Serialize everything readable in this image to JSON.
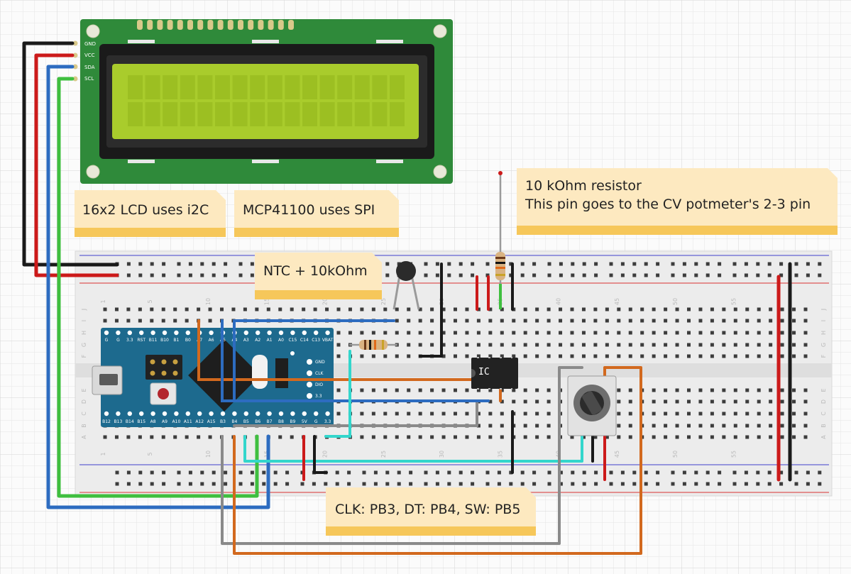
{
  "lcd": {
    "pins": [
      "GND",
      "VCC",
      "SDA",
      "SCL"
    ]
  },
  "notes": {
    "lcd_note": "16x2 LCD uses i2C",
    "spi_note": "MCP41100 uses SPI",
    "ntc_note": "NTC + 10kOhm",
    "resistor_note_line1": "10 kOhm resistor",
    "resistor_note_line2": "This pin goes to the CV potmeter's 2-3 pin",
    "encoder_note": "CLK: PB3, DT: PB4, SW: PB5"
  },
  "breadboard": {
    "column_numbers": [
      "1",
      "5",
      "10",
      "15",
      "20",
      "25",
      "30",
      "35",
      "40",
      "45",
      "50",
      "55"
    ],
    "row_letters_top": [
      "J",
      "I",
      "H",
      "G",
      "F"
    ],
    "row_letters_bottom": [
      "E",
      "D",
      "C",
      "B",
      "A"
    ]
  },
  "mcu": {
    "top_pins": [
      "G",
      "G",
      "3.3",
      "RST",
      "B11",
      "B10",
      "B1",
      "B0",
      "A7",
      "A6",
      "A5",
      "A4",
      "A3",
      "A2",
      "A1",
      "A0",
      "C15",
      "C14",
      "C13",
      "VBAT"
    ],
    "bottom_pins": [
      "B12",
      "B13",
      "B14",
      "B15",
      "A8",
      "A9",
      "A10",
      "A11",
      "A12",
      "A15",
      "B3",
      "B4",
      "B5",
      "B6",
      "B7",
      "B8",
      "B9",
      "5V",
      "G",
      "3.3"
    ],
    "debug_pins": [
      "GND",
      "CLK",
      "DIO",
      "3.3"
    ]
  },
  "ic": {
    "label": "IC"
  },
  "colors": {
    "wire_black": "#1a1a1a",
    "wire_red": "#cc1a1a",
    "wire_blue": "#2d6cc0",
    "wire_green": "#3fbf3f",
    "wire_orange": "#d2691e",
    "wire_gray": "#8a8a8a",
    "wire_cyan": "#33d6cc",
    "note_fill": "#fde9c0",
    "note_stripe": "#f6c75a",
    "lcd_board": "#2f8a3a",
    "lcd_screen": "#a9cc2c",
    "mcu_board": "#1d6a8e"
  }
}
